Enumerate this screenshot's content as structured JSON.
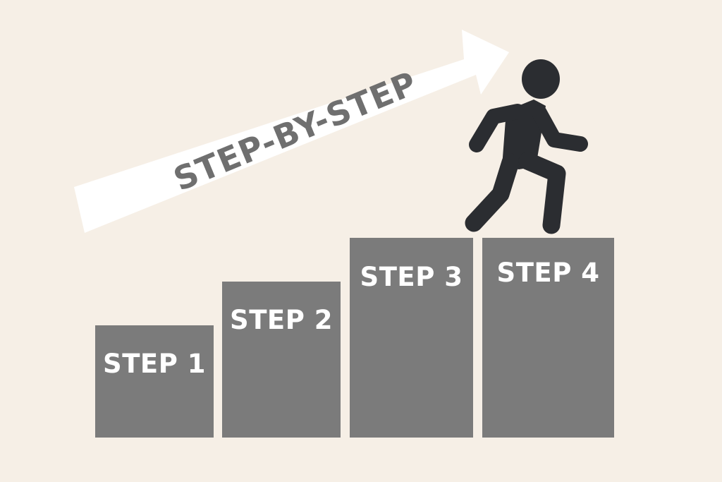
{
  "banner": {
    "text": "STEP-BY-STEP"
  },
  "steps": [
    {
      "label": "STEP 1"
    },
    {
      "label": "STEP 2"
    },
    {
      "label": "STEP 3"
    },
    {
      "label": "STEP 4"
    }
  ],
  "colors": {
    "background": "#f6efe6",
    "step_fill": "#7b7b7b",
    "step_text": "#ffffff",
    "arrow_fill": "#ffffff",
    "arrow_text": "#6f6f6f",
    "figure": "#2b2d31"
  },
  "icons": {
    "arrow": "up-right-arrow-icon",
    "figure": "walking-person-icon"
  }
}
